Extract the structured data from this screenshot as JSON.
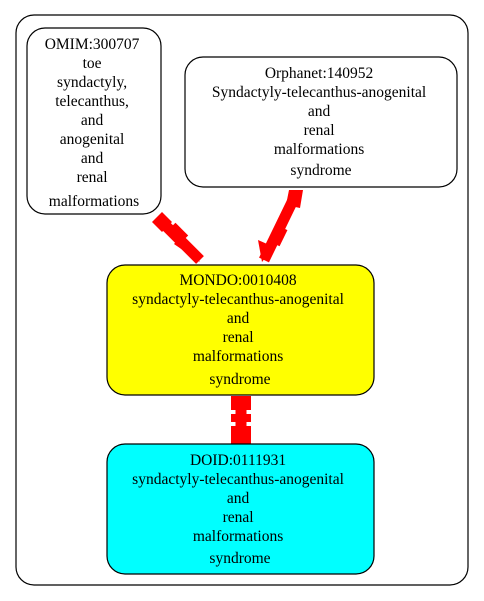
{
  "colors": {
    "edge": "#ff0000",
    "mondo_fill": "#ffff00",
    "doid_fill": "#00ffff",
    "source_fill": "#ffffff",
    "stroke": "#000000"
  },
  "nodes": {
    "omim": {
      "lines": [
        "OMIM:300707",
        "toe",
        "syndactyly,",
        "telecanthus,",
        "and",
        "anogenital",
        "and",
        "renal",
        "malformations"
      ]
    },
    "orphanet": {
      "lines": [
        "Orphanet:140952",
        "Syndactyly-telecanthus-anogenital",
        "and",
        "renal",
        "malformations",
        "syndrome"
      ]
    },
    "mondo": {
      "lines": [
        "MONDO:0010408",
        "syndactyly-telecanthus-anogenital",
        "and",
        "renal",
        "malformations",
        "syndrome"
      ]
    },
    "doid": {
      "lines": [
        "DOID:0111931",
        "syndactyly-telecanthus-anogenital",
        "and",
        "renal",
        "malformations",
        "syndrome"
      ]
    }
  },
  "edges": [
    {
      "from": "omim",
      "to": "mondo"
    },
    {
      "from": "orphanet",
      "to": "mondo"
    },
    {
      "from": "mondo",
      "to": "doid"
    }
  ]
}
